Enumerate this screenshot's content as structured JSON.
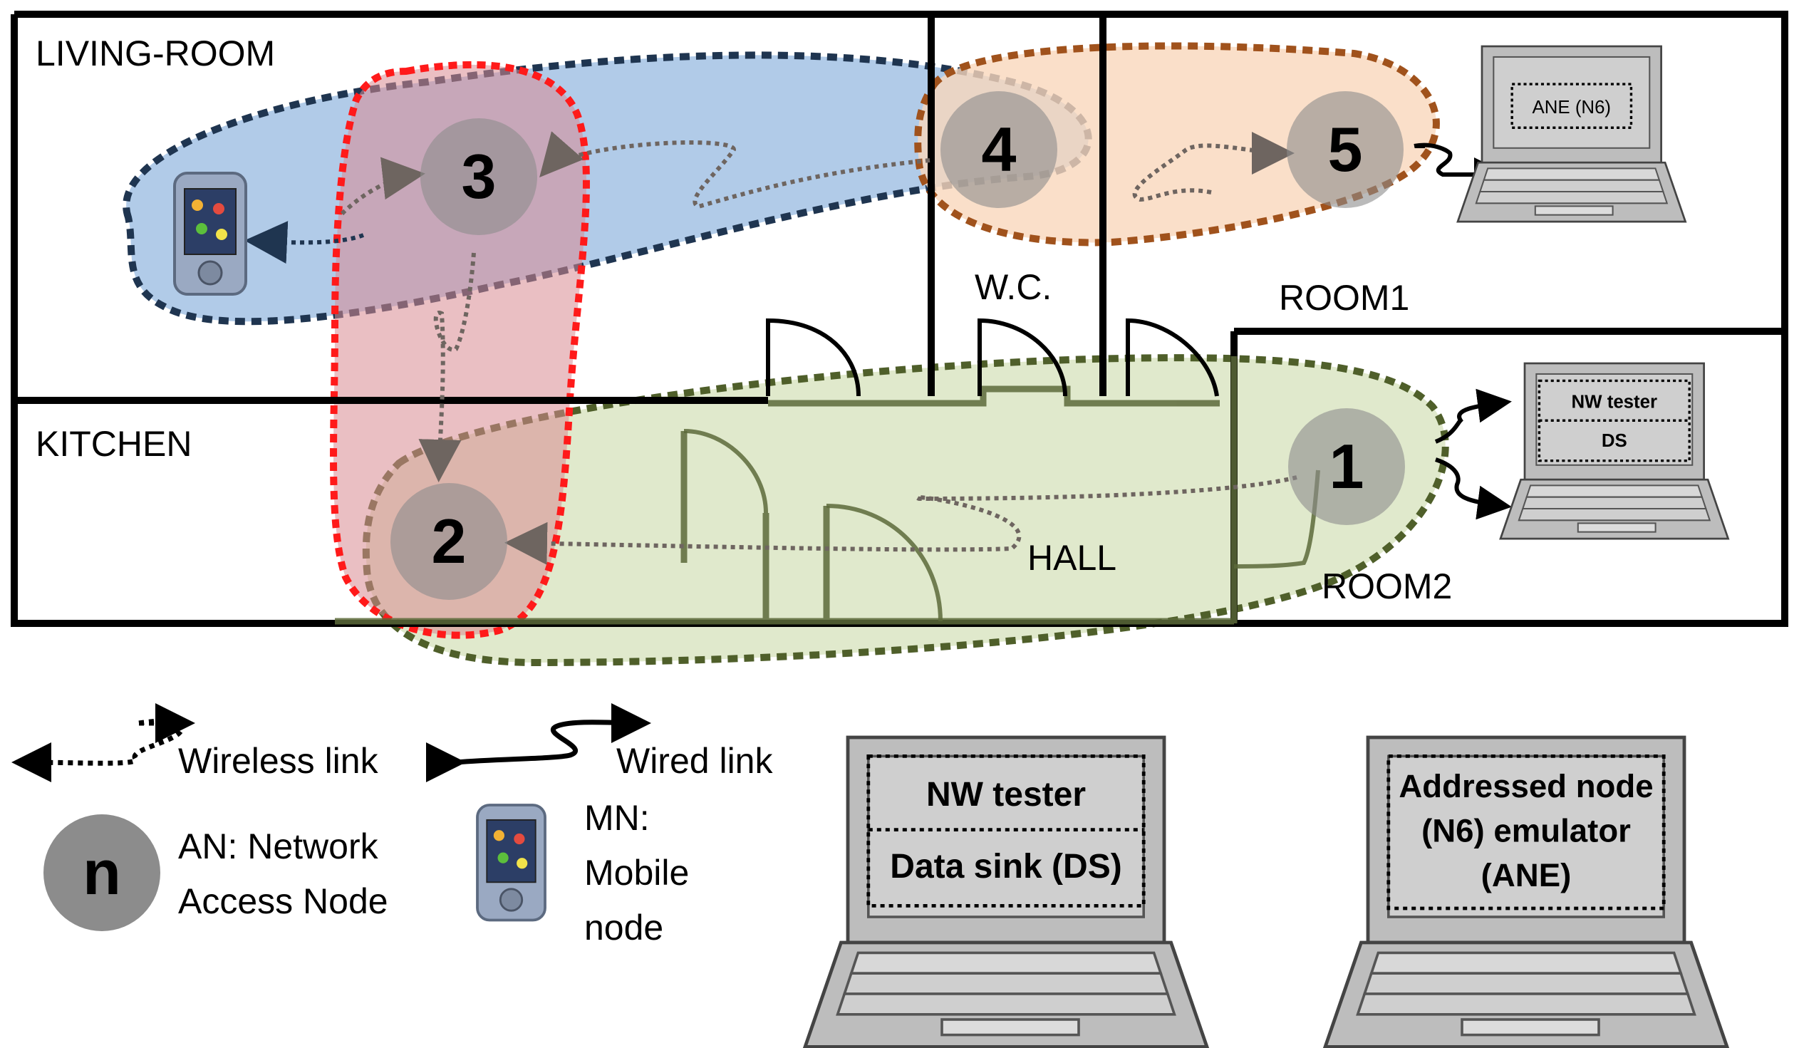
{
  "rooms": {
    "living_room": "LIVING-ROOM",
    "kitchen": "KITCHEN",
    "wc": "W.C.",
    "room1": "ROOM1",
    "room2": "ROOM2",
    "hall": "HALL"
  },
  "nodes": {
    "n1": "1",
    "n2": "2",
    "n3": "3",
    "n4": "4",
    "n5": "5"
  },
  "laptops": {
    "room1_screen": "ANE (N6)",
    "room2_screen_top": "NW tester",
    "room2_screen_bottom": "DS",
    "legend_a_top": "NW tester",
    "legend_a_bottom": "Data sink (DS)",
    "legend_b_line1": "Addressed node",
    "legend_b_line2": "(N6) emulator",
    "legend_b_line3": "(ANE)"
  },
  "legend": {
    "wireless": "Wireless link",
    "wired": "Wired link",
    "an_symbol": "n",
    "an_line1": "AN: Network",
    "an_line2": "Access Node",
    "mn_line1": "MN:",
    "mn_line2": "Mobile",
    "mn_line3": "node"
  },
  "colors": {
    "blue_zone": "#a9c5e6",
    "blue_border": "#1f3550",
    "red_border": "#ff1a1a",
    "red_fill": "#e59a9e",
    "orange_fill": "#f9d7bb",
    "orange_border": "#a0521c",
    "green_fill": "#dde7c6",
    "green_border": "#4f5f2a",
    "node_fill": "#8c8c8c",
    "walls": "#000000",
    "laptop_body": "#bdbdbd"
  }
}
